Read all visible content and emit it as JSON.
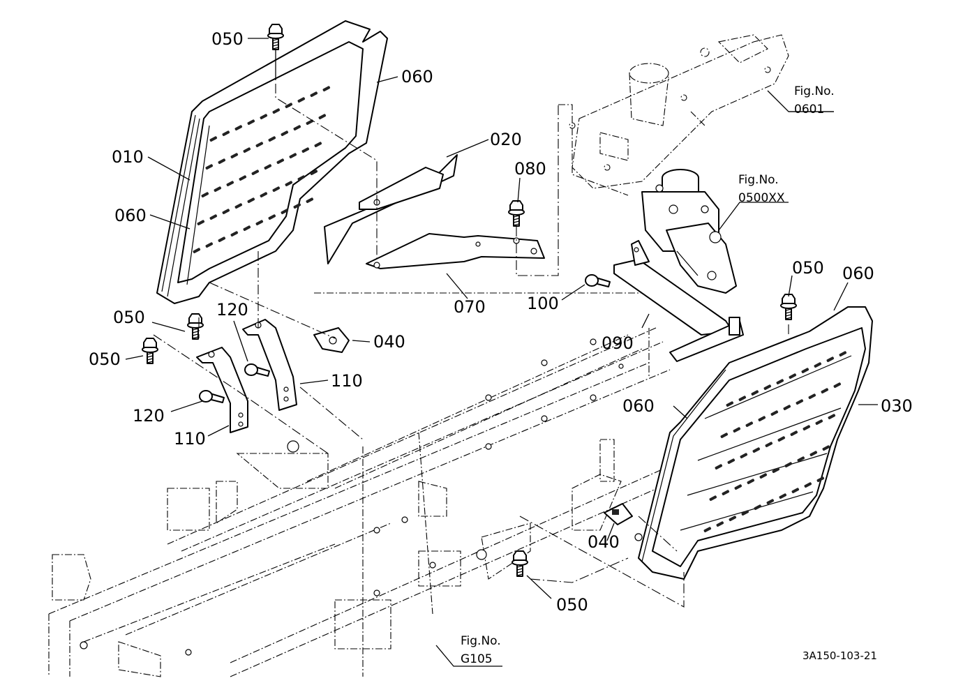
{
  "callouts": {
    "c050_top": "050",
    "c060_top": "060",
    "c010": "010",
    "c060_left": "060",
    "c020": "020",
    "c080": "080",
    "c070": "070",
    "c100": "100",
    "c090": "090",
    "c050_right": "050",
    "c060_right": "060",
    "c030": "030",
    "c060_mid": "060",
    "c040_right": "040",
    "c050_bottom": "050",
    "c050_mid": "050",
    "c050_left": "050",
    "c120_top": "120",
    "c040_left": "040",
    "c110_right": "110",
    "c120_left": "120",
    "c110_left": "110"
  },
  "fig_refs": {
    "fig0601": {
      "label": "Fig.No.",
      "number": "0601"
    },
    "fig0500": {
      "label": "Fig.No.",
      "number": "0500XX"
    },
    "figG105": {
      "label": "Fig.No.",
      "number": "G105"
    }
  },
  "drawing_code": "3A150-103-21"
}
